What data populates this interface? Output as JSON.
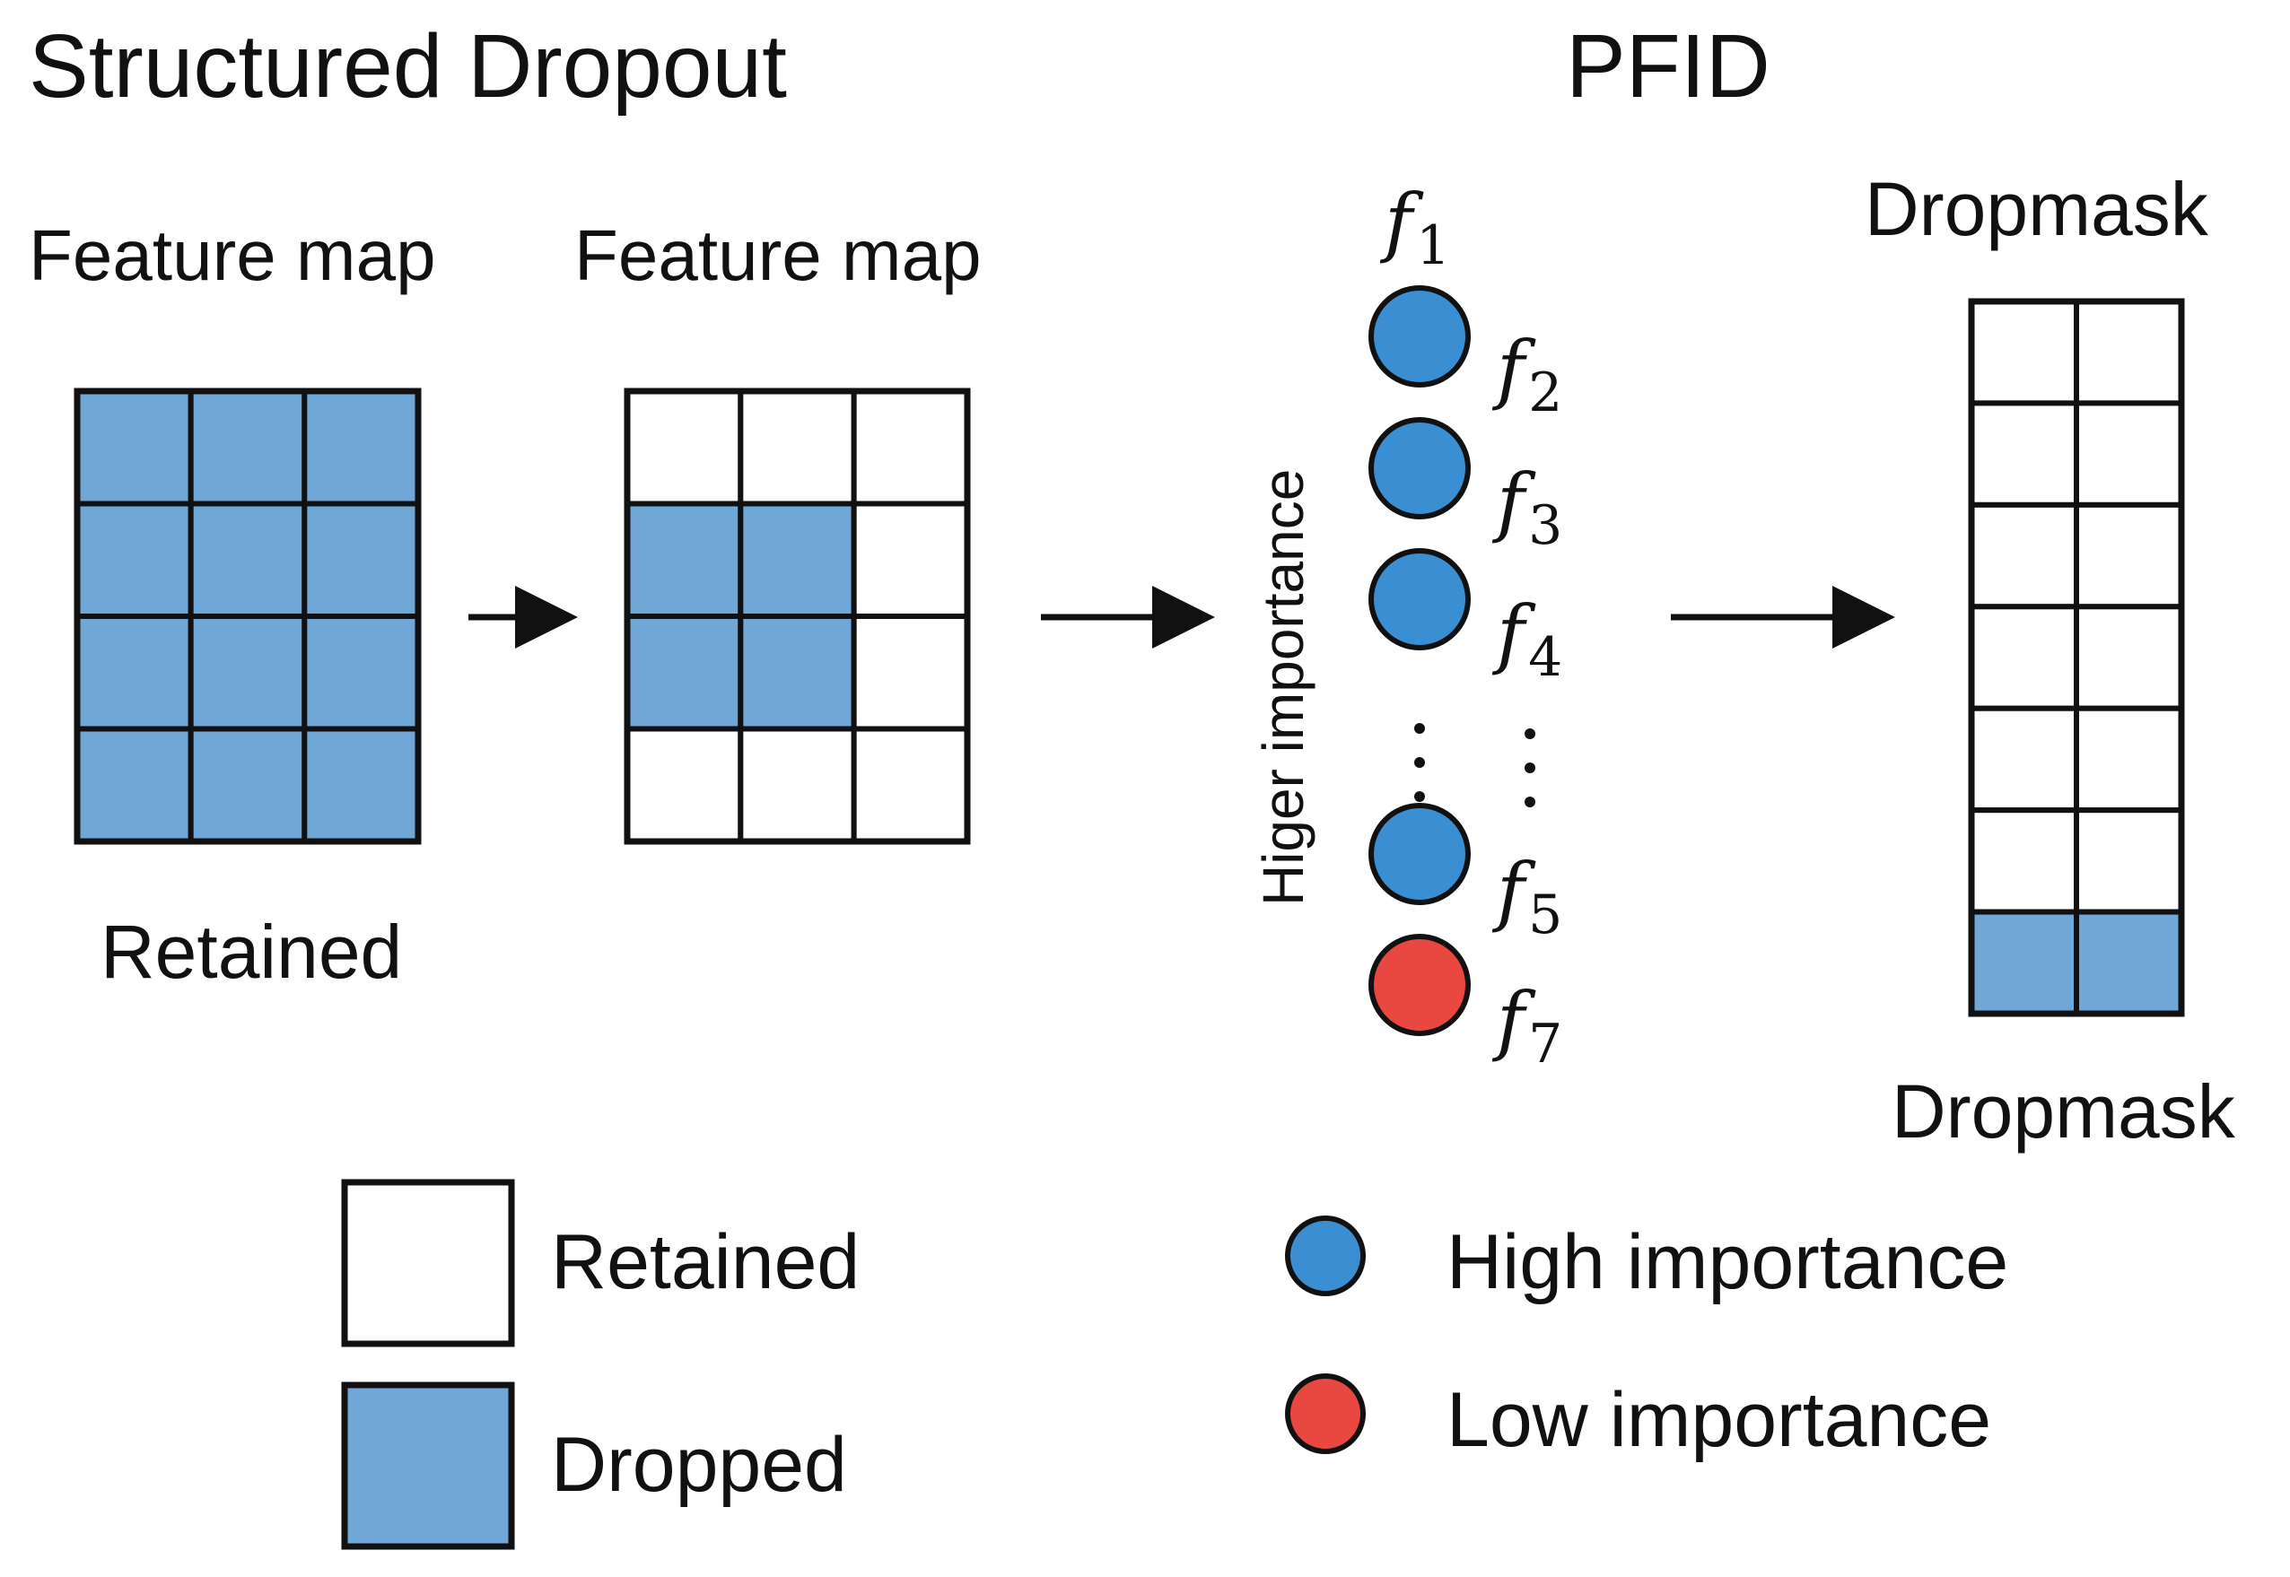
{
  "titles": {
    "left": "Structured Dropout",
    "right": "PFID"
  },
  "labels": {
    "feature_map_1": "Feature map",
    "feature_map_2": "Feature map",
    "retained_caption": "Retained",
    "dropmask_top": "Dropmask",
    "dropmask_bottom": "Dropmask",
    "importance_axis": "Higer importance"
  },
  "features": [
    {
      "name": "f",
      "sub": "1",
      "importance": "label-only"
    },
    {
      "name": "f",
      "sub": "2",
      "importance": "high"
    },
    {
      "name": "f",
      "sub": "3",
      "importance": "high"
    },
    {
      "name": "f",
      "sub": "4",
      "importance": "high"
    },
    {
      "name": "f",
      "sub": "5",
      "importance": "high"
    },
    {
      "name": "f",
      "sub": "7",
      "importance": "low"
    }
  ],
  "grids": {
    "feature_map_1": {
      "rows": 4,
      "cols": 3,
      "dropped": [
        [
          0,
          0
        ],
        [
          0,
          1
        ],
        [
          0,
          2
        ],
        [
          1,
          0
        ],
        [
          1,
          1
        ],
        [
          1,
          2
        ],
        [
          2,
          0
        ],
        [
          2,
          1
        ],
        [
          2,
          2
        ],
        [
          3,
          0
        ],
        [
          3,
          1
        ],
        [
          3,
          2
        ]
      ]
    },
    "feature_map_2": {
      "rows": 4,
      "cols": 3,
      "dropped": [
        [
          1,
          0
        ],
        [
          1,
          1
        ],
        [
          2,
          0
        ],
        [
          2,
          1
        ]
      ]
    },
    "dropmask": {
      "rows": 7,
      "cols": 2,
      "dropped": [
        [
          6,
          0
        ],
        [
          6,
          1
        ]
      ]
    }
  },
  "legend": {
    "retained": "Retained",
    "dropped": "Dropped",
    "high": "High importance",
    "low": "Low importance"
  },
  "colors": {
    "dropped": "#6FA8D6",
    "high_importance": "#3A8FD3",
    "low_importance": "#E8483F",
    "line": "#111111"
  }
}
